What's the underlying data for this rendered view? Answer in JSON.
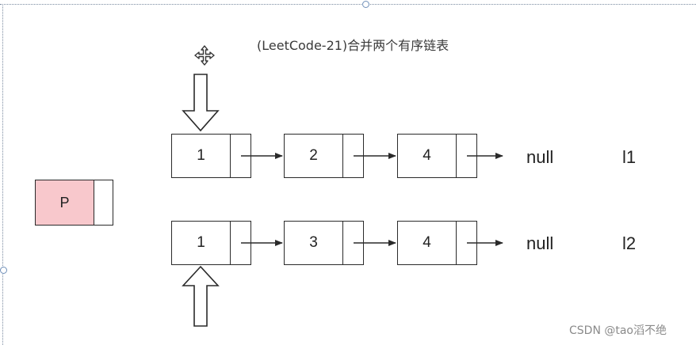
{
  "diagram": {
    "title": "(LeetCode-21)合并两个有序链表",
    "pointer_node": {
      "label": "P"
    },
    "list1": {
      "name": "l1",
      "label": "l1",
      "values": [
        "1",
        "2",
        "4"
      ],
      "terminator": "null"
    },
    "list2": {
      "name": "l2",
      "label": "l2",
      "values": [
        "1",
        "3",
        "4"
      ],
      "terminator": "null"
    },
    "watermark": "CSDN @tao滔不绝"
  },
  "colors": {
    "pointer_fill": "#f8c8cc",
    "stroke": "#2a2a2a",
    "frame": "#7a8aa0"
  },
  "icons": {
    "move_cursor": "move-icon"
  }
}
